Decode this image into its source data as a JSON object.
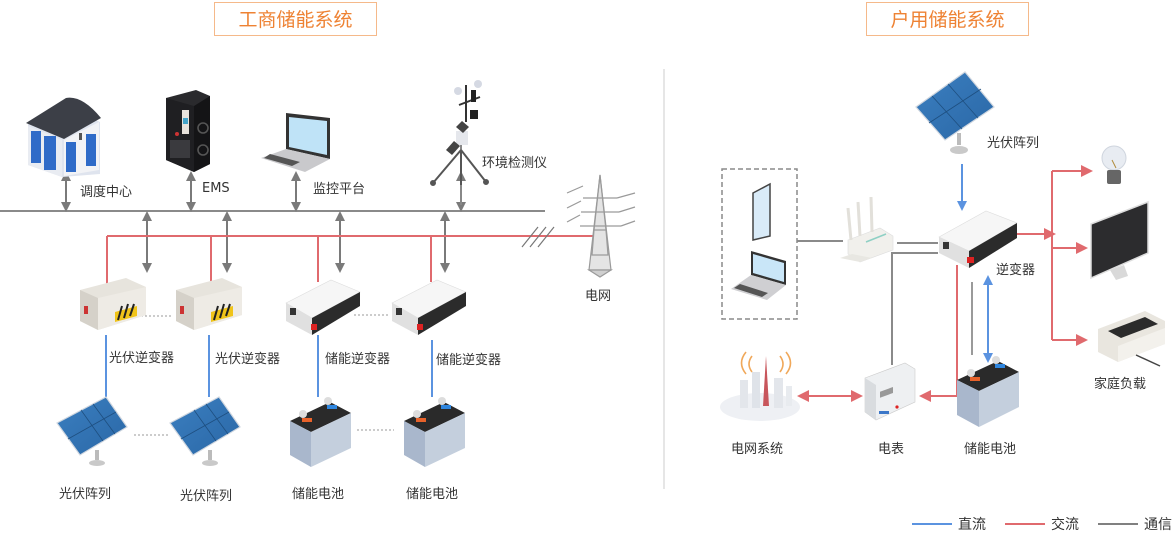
{
  "colors": {
    "dc": "#5b93e0",
    "ac": "#e06a6e",
    "comm": "#808080",
    "accent": "#ee8233",
    "divider": "#e6e6e6"
  },
  "left": {
    "title": "工商储能系统",
    "labels": {
      "dispatch": "调度中心",
      "ems": "EMS",
      "monitor": "监控平台",
      "env": "环境检测仪",
      "grid": "电网",
      "pv_inverter_1": "光伏逆变器",
      "pv_inverter_2": "光伏逆变器",
      "storage_inverter_1": "储能逆变器",
      "storage_inverter_2": "储能逆变器",
      "pv_array_1": "光伏阵列",
      "pv_array_2": "光伏阵列",
      "battery_1": "储能电池",
      "battery_2": "储能电池"
    }
  },
  "right": {
    "title": "户用储能系统",
    "labels": {
      "pv_array": "光伏阵列",
      "inverter": "逆变器",
      "home_load": "家庭负载",
      "grid_system": "电网系统",
      "meter": "电表",
      "battery": "储能电池"
    }
  },
  "legend": [
    {
      "label": "直流",
      "color_key": "dc"
    },
    {
      "label": "交流",
      "color_key": "ac"
    },
    {
      "label": "通信",
      "color_key": "comm"
    }
  ]
}
